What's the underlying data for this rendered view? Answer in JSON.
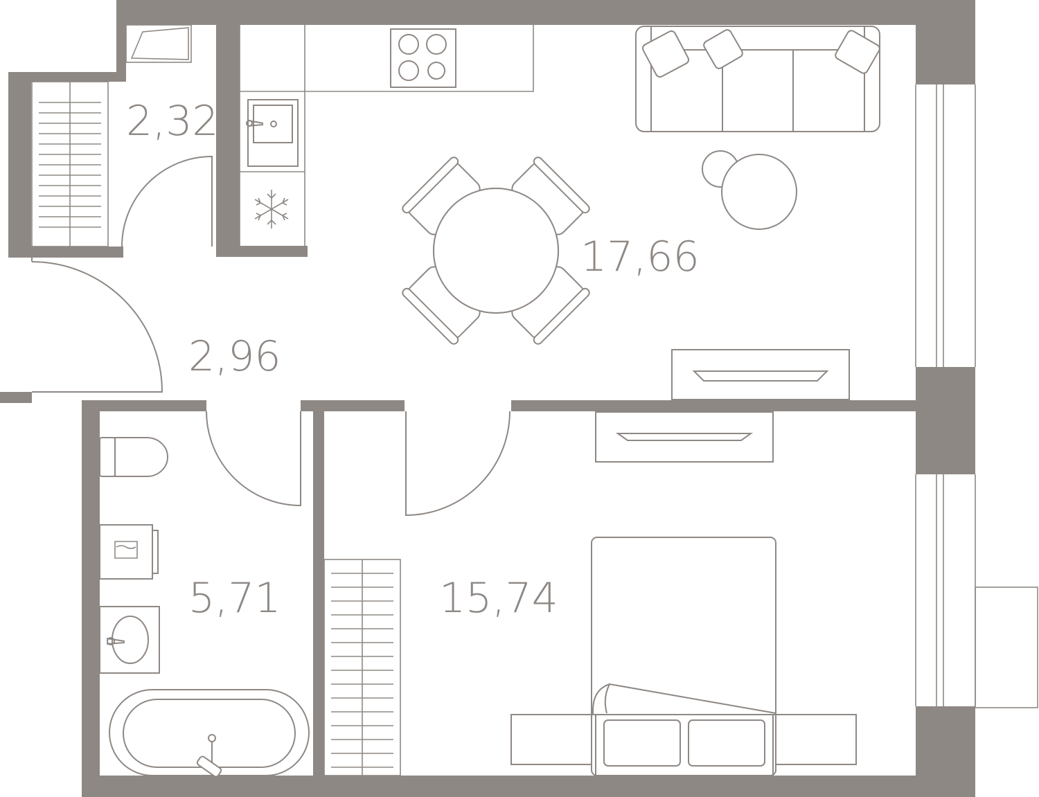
{
  "colors": {
    "wall": "#8e8884",
    "line": "#8e8884",
    "label": "#8e8884",
    "background": "#ffffff"
  },
  "rooms": [
    {
      "id": "storage",
      "area": "2,32"
    },
    {
      "id": "hallway",
      "area": "2,96"
    },
    {
      "id": "kitchen-living",
      "area": "17,66"
    },
    {
      "id": "bathroom",
      "area": "5,71"
    },
    {
      "id": "bedroom",
      "area": "15,74"
    }
  ],
  "icons": [
    "stove-icon",
    "sink-icon",
    "fridge-snowflake-icon",
    "sofa-icon",
    "dining-table-icon",
    "tv-cabinet-icon",
    "toilet-icon",
    "washing-machine-icon",
    "washbasin-icon",
    "bathtub-icon",
    "bed-icon",
    "wardrobe-icon"
  ]
}
